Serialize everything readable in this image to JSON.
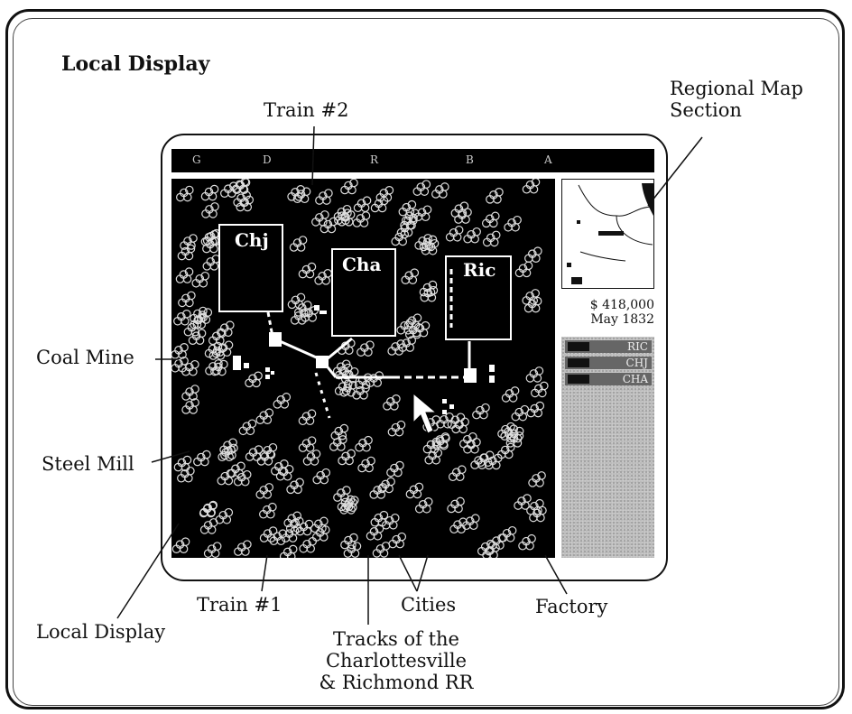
{
  "title": "Local Display",
  "labels": {
    "train2": "Train #2",
    "regional_map_line1": "Regional Map",
    "regional_map_line2": "Section",
    "coal_mine": "Coal Mine",
    "steel_mill": "Steel Mill",
    "train1": "Train #1",
    "local_display": "Local Display",
    "cities": "Cities",
    "factory": "Factory",
    "tracks_line1": "Tracks of the",
    "tracks_line2": "Charlottesville",
    "tracks_line3": "& Richmond RR"
  },
  "screen": {
    "columns": [
      "G",
      "D",
      "R",
      "B",
      "A"
    ],
    "cities": [
      "Chj",
      "Cha",
      "Ric"
    ],
    "money": "$  418,000",
    "date": "May 1832",
    "station_list": [
      "RIC",
      "CHJ",
      "CHA"
    ]
  }
}
